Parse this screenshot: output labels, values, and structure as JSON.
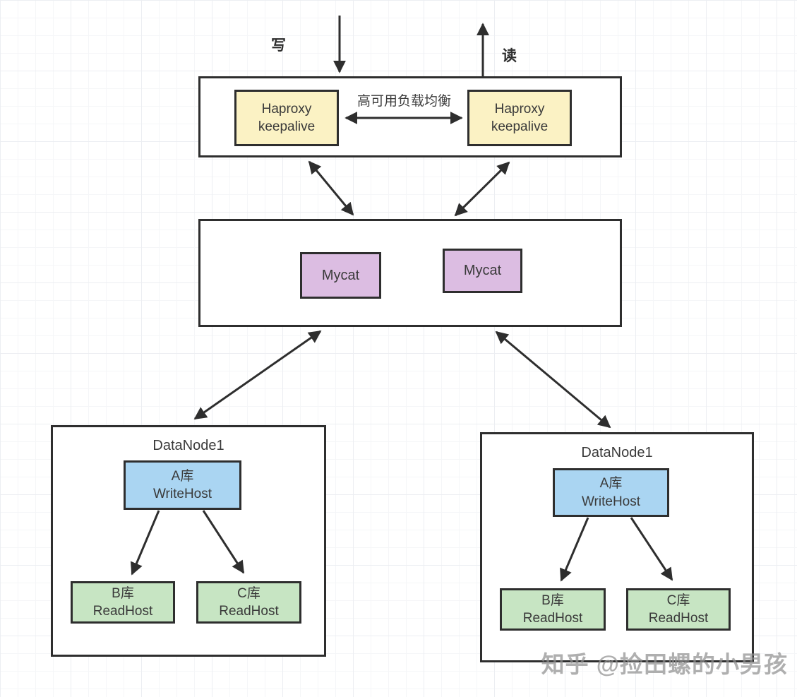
{
  "diagram": {
    "write_label": "写",
    "read_label": "读",
    "lb_cluster": {
      "title": "高可用负载均衡",
      "nodes": [
        {
          "line1": "Haproxy",
          "line2": "keepalive"
        },
        {
          "line1": "Haproxy",
          "line2": "keepalive"
        }
      ]
    },
    "mycat_cluster": {
      "nodes": [
        {
          "label": "Mycat"
        },
        {
          "label": "Mycat"
        }
      ]
    },
    "datanodes": [
      {
        "title": "DataNode1",
        "write_host": {
          "line1": "A库",
          "line2": "WriteHost"
        },
        "read_hosts": [
          {
            "line1": "B库",
            "line2": "ReadHost"
          },
          {
            "line1": "C库",
            "line2": "ReadHost"
          }
        ]
      },
      {
        "title": "DataNode1",
        "write_host": {
          "line1": "A库",
          "line2": "WriteHost"
        },
        "read_hosts": [
          {
            "line1": "B库",
            "line2": "ReadHost"
          },
          {
            "line1": "C库",
            "line2": "ReadHost"
          }
        ]
      }
    ],
    "watermark": "知乎 @捡田螺的小男孩",
    "colors": {
      "haproxy_fill": "#fbf2c4",
      "mycat_fill": "#dcbde2",
      "writehost_fill": "#aad5f2",
      "readhost_fill": "#c7e5c3",
      "stroke": "#2e2e2e",
      "grid": "#eceef2",
      "watermark_gray": "#909090"
    }
  }
}
